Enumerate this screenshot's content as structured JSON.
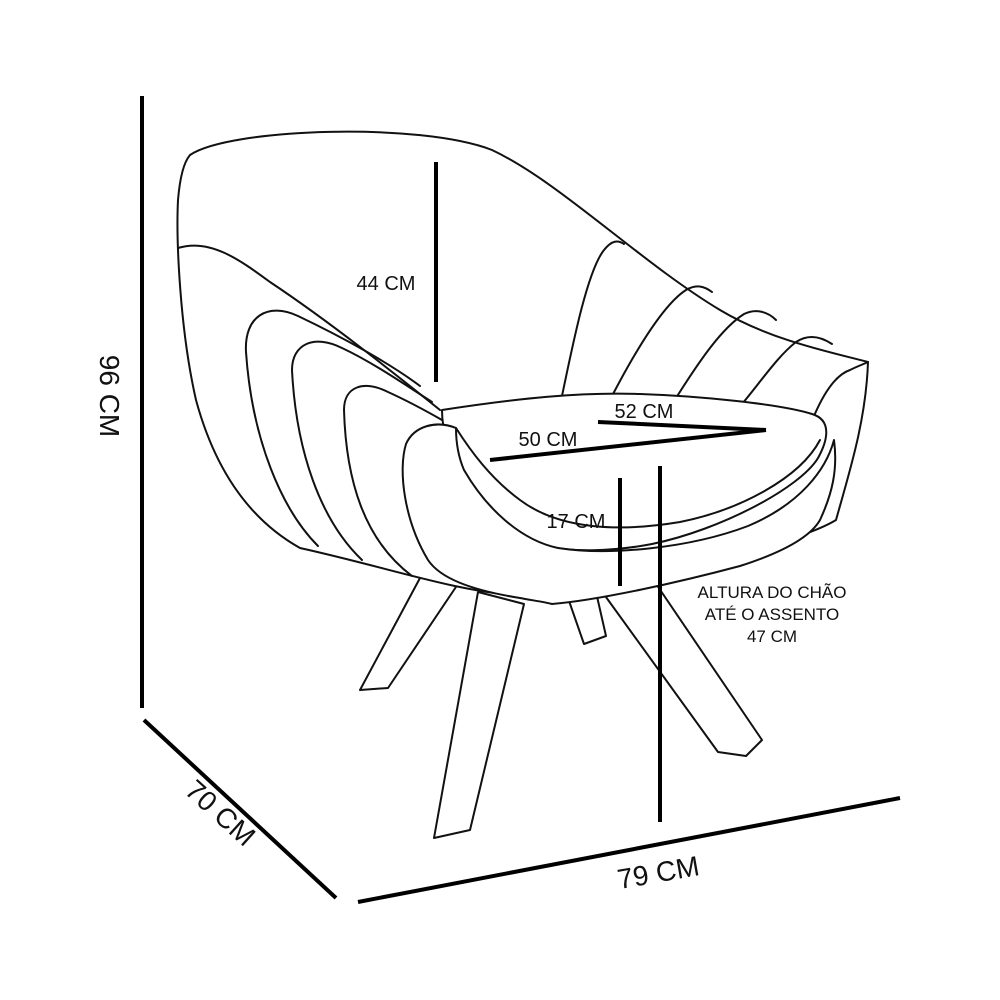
{
  "labels": {
    "height_total": "96 CM",
    "depth": "70 CM",
    "width": "79 CM",
    "backrest_height": "44 CM",
    "seat_width": "52 CM",
    "seat_depth": "50 CM",
    "seat_thickness": "17 CM",
    "floor_to_seat_line1": "ALTURA DO CHÃO",
    "floor_to_seat_line2": "ATÉ O ASSENTO",
    "floor_to_seat_line3": "47 CM"
  }
}
